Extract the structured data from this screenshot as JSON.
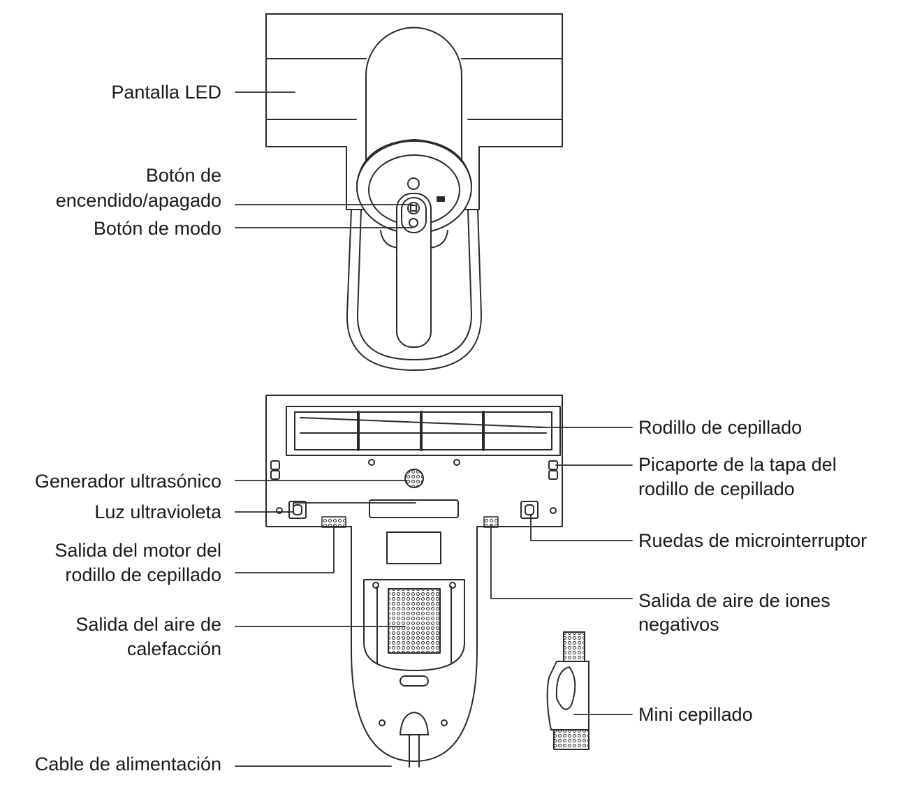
{
  "labels": {
    "led_display": "Pantalla LED",
    "power_button_line1": "Botón de",
    "power_button_line2": "encendido/apagado",
    "mode_button": "Botón de modo",
    "brush_roller": "Rodillo de cepillado",
    "roller_latch_line1": "Picaporte de la tapa del",
    "roller_latch_line2": "rodillo de cepillado",
    "ultrasonic_generator": "Generador ultrasónico",
    "uv_light": "Luz ultravioleta",
    "microswitch_wheels": "Ruedas de microinterruptor",
    "roller_motor_outlet_line1": "Salida del motor del",
    "roller_motor_outlet_line2": "rodillo de cepillado",
    "negative_ion_outlet_line1": "Salida de aire de iones",
    "negative_ion_outlet_line2": "negativos",
    "heating_air_outlet_line1": "Salida del aire de",
    "heating_air_outlet_line2": "calefacción",
    "mini_brush": "Mini cepillado",
    "power_cable": "Cable de alimentación"
  },
  "colors": {
    "line": "#2a2a2a",
    "text": "#1a1a1a"
  }
}
